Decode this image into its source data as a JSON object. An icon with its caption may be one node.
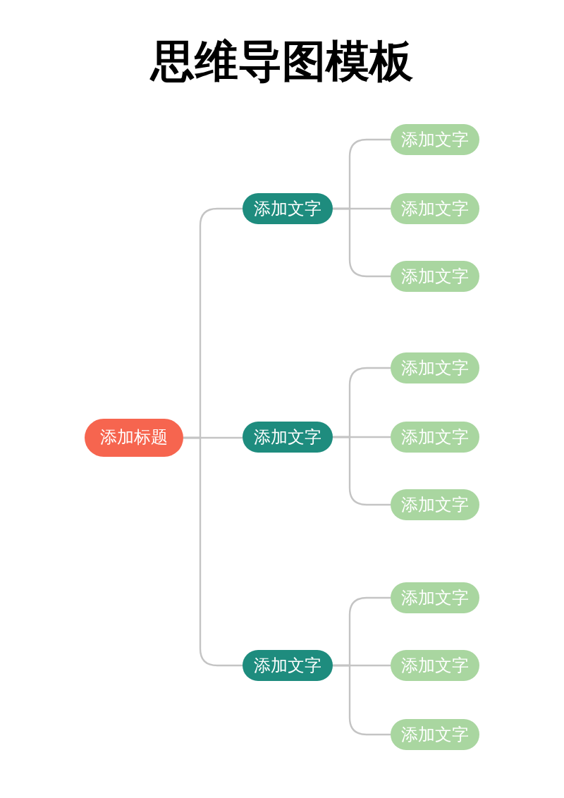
{
  "diagram": {
    "title": "思维导图模板",
    "nodes": [
      {
        "text": [
          "添加标题"
        ]
      },
      {
        "text": [
          "添加文字"
        ]
      },
      {
        "text": [
          "添加文字"
        ]
      },
      {
        "text": [
          "添加文字"
        ]
      },
      {
        "text": [
          "添加文字"
        ]
      },
      {
        "text": [
          "添加文字"
        ]
      },
      {
        "text": [
          "添加文字"
        ]
      },
      {
        "text": [
          "添加文字"
        ]
      },
      {
        "text": [
          "添加文字"
        ]
      },
      {
        "text": [
          "添加文字"
        ]
      },
      {
        "text": [
          "添加文字"
        ]
      },
      {
        "text": [
          "添加文字"
        ]
      },
      {
        "text": [
          "添加文字"
        ]
      }
    ],
    "edges": [
      {
        "from": 0,
        "to": 1,
        "arrow": "none"
      },
      {
        "from": 1,
        "to": 2,
        "arrow": "none"
      },
      {
        "from": 1,
        "to": 3,
        "arrow": "none"
      },
      {
        "from": 1,
        "to": 4,
        "arrow": "none"
      },
      {
        "from": 0,
        "to": 5,
        "arrow": "none"
      },
      {
        "from": 5,
        "to": 6,
        "arrow": "none"
      },
      {
        "from": 5,
        "to": 7,
        "arrow": "none"
      },
      {
        "from": 5,
        "to": 8,
        "arrow": "none"
      },
      {
        "from": 0,
        "to": 9,
        "arrow": "none"
      },
      {
        "from": 9,
        "to": 10,
        "arrow": "none"
      },
      {
        "from": 9,
        "to": 11,
        "arrow": "none"
      },
      {
        "from": 9,
        "to": 12,
        "arrow": "none"
      }
    ]
  }
}
